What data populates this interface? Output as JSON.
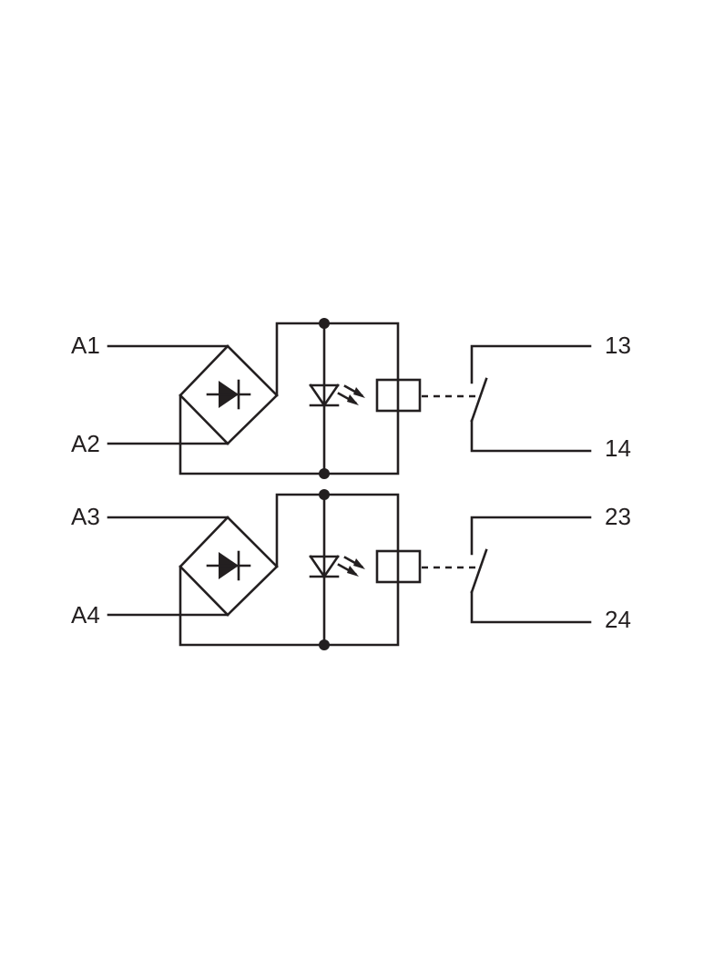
{
  "diagram": {
    "channel_1": {
      "input_a": "A1",
      "input_b": "A2",
      "contact_a": "13",
      "contact_b": "14"
    },
    "channel_2": {
      "input_a": "A3",
      "input_b": "A4",
      "contact_a": "23",
      "contact_b": "24"
    }
  },
  "colors": {
    "line": "#231f20",
    "background": "#ffffff"
  },
  "icons": [
    "bridge-rectifier-icon",
    "led-icon",
    "relay-coil-icon",
    "normally-open-contact-icon"
  ]
}
